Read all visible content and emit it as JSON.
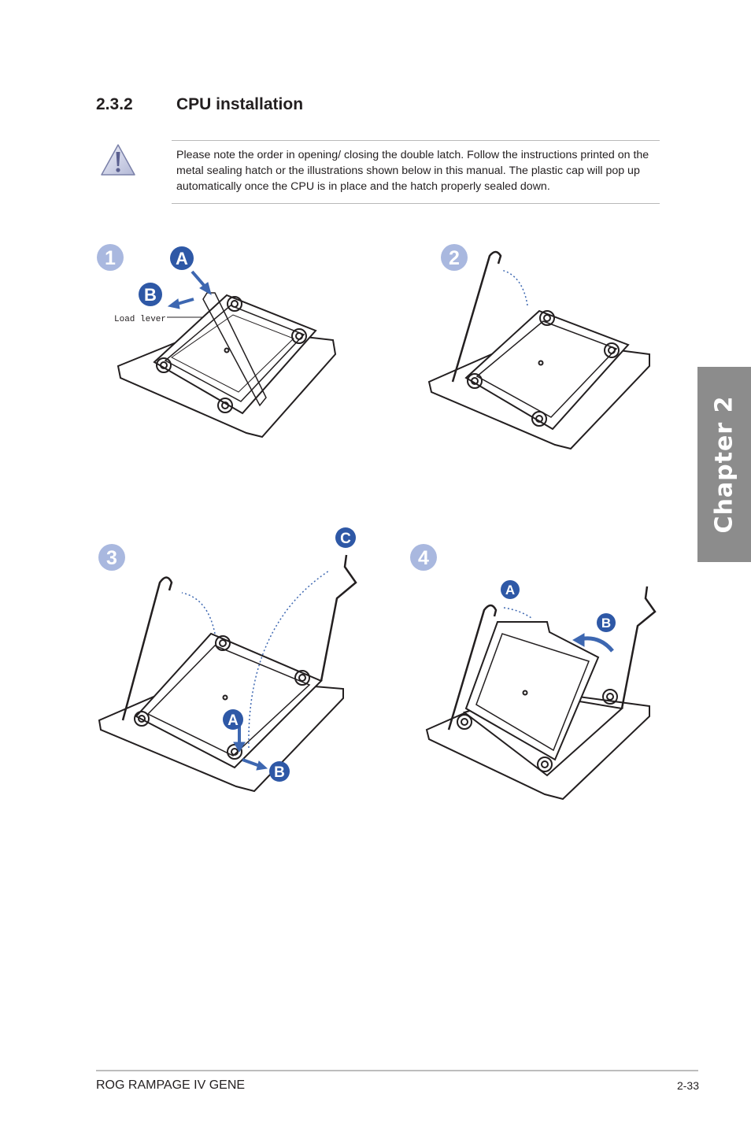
{
  "section": {
    "number": "2.3.2",
    "title": "CPU installation"
  },
  "note": {
    "icon": "warning-triangle-icon",
    "text": "Please note the order in opening/ closing the double latch. Follow the instructions printed on the metal sealing hatch or the illustrations shown below in this manual. The plastic cap will pop up automatically once the CPU is in place and the hatch properly sealed down."
  },
  "chapter_tab": {
    "label": "Chapter 2"
  },
  "steps": [
    {
      "number": "1",
      "labels": [
        "A",
        "B"
      ],
      "callout": "Load lever"
    },
    {
      "number": "2",
      "labels": []
    },
    {
      "number": "3",
      "labels": [
        "C",
        "A",
        "B"
      ]
    },
    {
      "number": "4",
      "labels": [
        "A",
        "B"
      ]
    }
  ],
  "colors": {
    "step_circle": "#a9b8df",
    "label_circle": "#2e58a6",
    "arrow": "#3d67b1",
    "chapter_tab": "#8c8c8c"
  },
  "footer": {
    "product": "ROG RAMPAGE IV GENE",
    "page": "2-33"
  }
}
